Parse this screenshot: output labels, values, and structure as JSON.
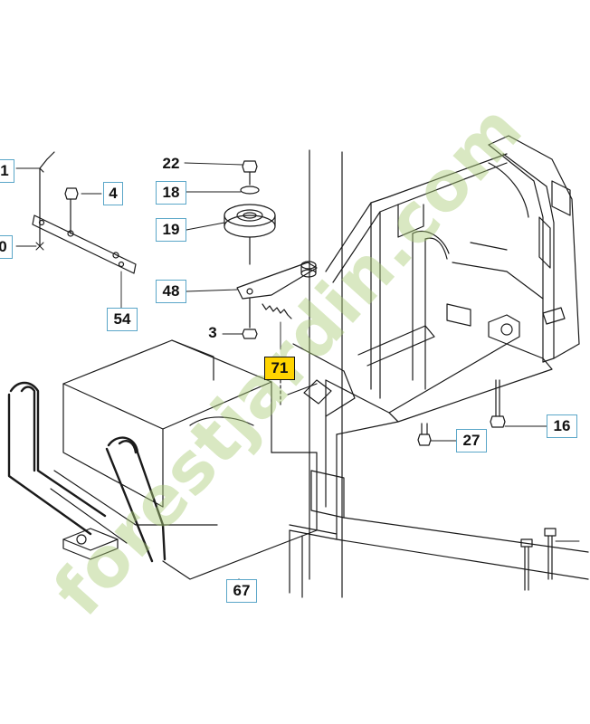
{
  "diagram": {
    "callouts": [
      {
        "id": "c1",
        "label": "1",
        "style": "boxed"
      },
      {
        "id": "c0",
        "label": "0",
        "style": "boxed"
      },
      {
        "id": "c4",
        "label": "4",
        "style": "boxed"
      },
      {
        "id": "c54",
        "label": "54",
        "style": "boxed"
      },
      {
        "id": "c22",
        "label": "22",
        "style": "plain"
      },
      {
        "id": "c18",
        "label": "18",
        "style": "boxed"
      },
      {
        "id": "c19",
        "label": "19",
        "style": "boxed"
      },
      {
        "id": "c48",
        "label": "48",
        "style": "boxed"
      },
      {
        "id": "c3",
        "label": "3",
        "style": "plain"
      },
      {
        "id": "c71",
        "label": "71",
        "style": "highlight"
      },
      {
        "id": "c27",
        "label": "27",
        "style": "boxed"
      },
      {
        "id": "c16",
        "label": "16",
        "style": "boxed"
      },
      {
        "id": "c67",
        "label": "67",
        "style": "boxed"
      }
    ],
    "watermark": "forestjardin.com",
    "colors": {
      "line": "#1a1a1a",
      "callout_border": "#5aa6c8",
      "highlight": "#ffd400",
      "watermark": "#aacd78"
    }
  }
}
